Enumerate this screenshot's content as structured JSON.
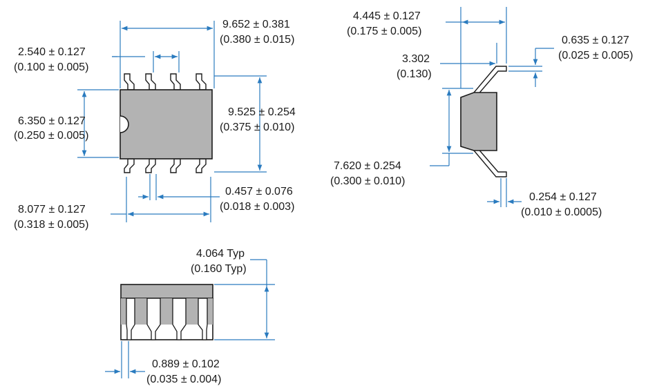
{
  "top_view": {
    "body_length": {
      "mm": "9.652 ± 0.381",
      "in": "(0.380 ± 0.015)"
    },
    "pin_pitch": {
      "mm": "2.540 ± 0.127",
      "in": "(0.100 ± 0.005)"
    },
    "body_width": {
      "mm": "6.350 ± 0.127",
      "in": "(0.250 ± 0.005)"
    },
    "lead_span": {
      "mm": "9.525 ± 0.254",
      "in": "(0.375 ± 0.010)"
    },
    "lead_width": {
      "mm": "0.457 ± 0.076",
      "in": "(0.018 ± 0.003)"
    },
    "lead_row_length": {
      "mm": "8.077 ± 0.127",
      "in": "(0.318 ± 0.005)"
    }
  },
  "side_view": {
    "standoff_top": {
      "mm": "4.445 ± 0.127",
      "in": "(0.175 ± 0.005)"
    },
    "lead_offset": {
      "mm": "3.302",
      "in": "(0.130)"
    },
    "lead_thickness": {
      "mm": "0.635 ± 0.127",
      "in": "(0.025 ± 0.005)"
    },
    "body_height": {
      "mm": "7.620 ± 0.254",
      "in": "(0.300 ± 0.010)"
    },
    "lead_tip": {
      "mm": "0.254 ± 0.127",
      "in": "(0.010 ± 0.0005)"
    }
  },
  "end_view": {
    "height": {
      "mm": "4.064 Typ",
      "in": "(0.160 Typ)"
    },
    "lead_foot": {
      "mm": "0.889 ± 0.102",
      "in": "(0.035 ± 0.004)"
    }
  },
  "colors": {
    "dimension": "#2a7bbf",
    "body": "#b3b3b3",
    "outline": "#1a1a1a"
  }
}
